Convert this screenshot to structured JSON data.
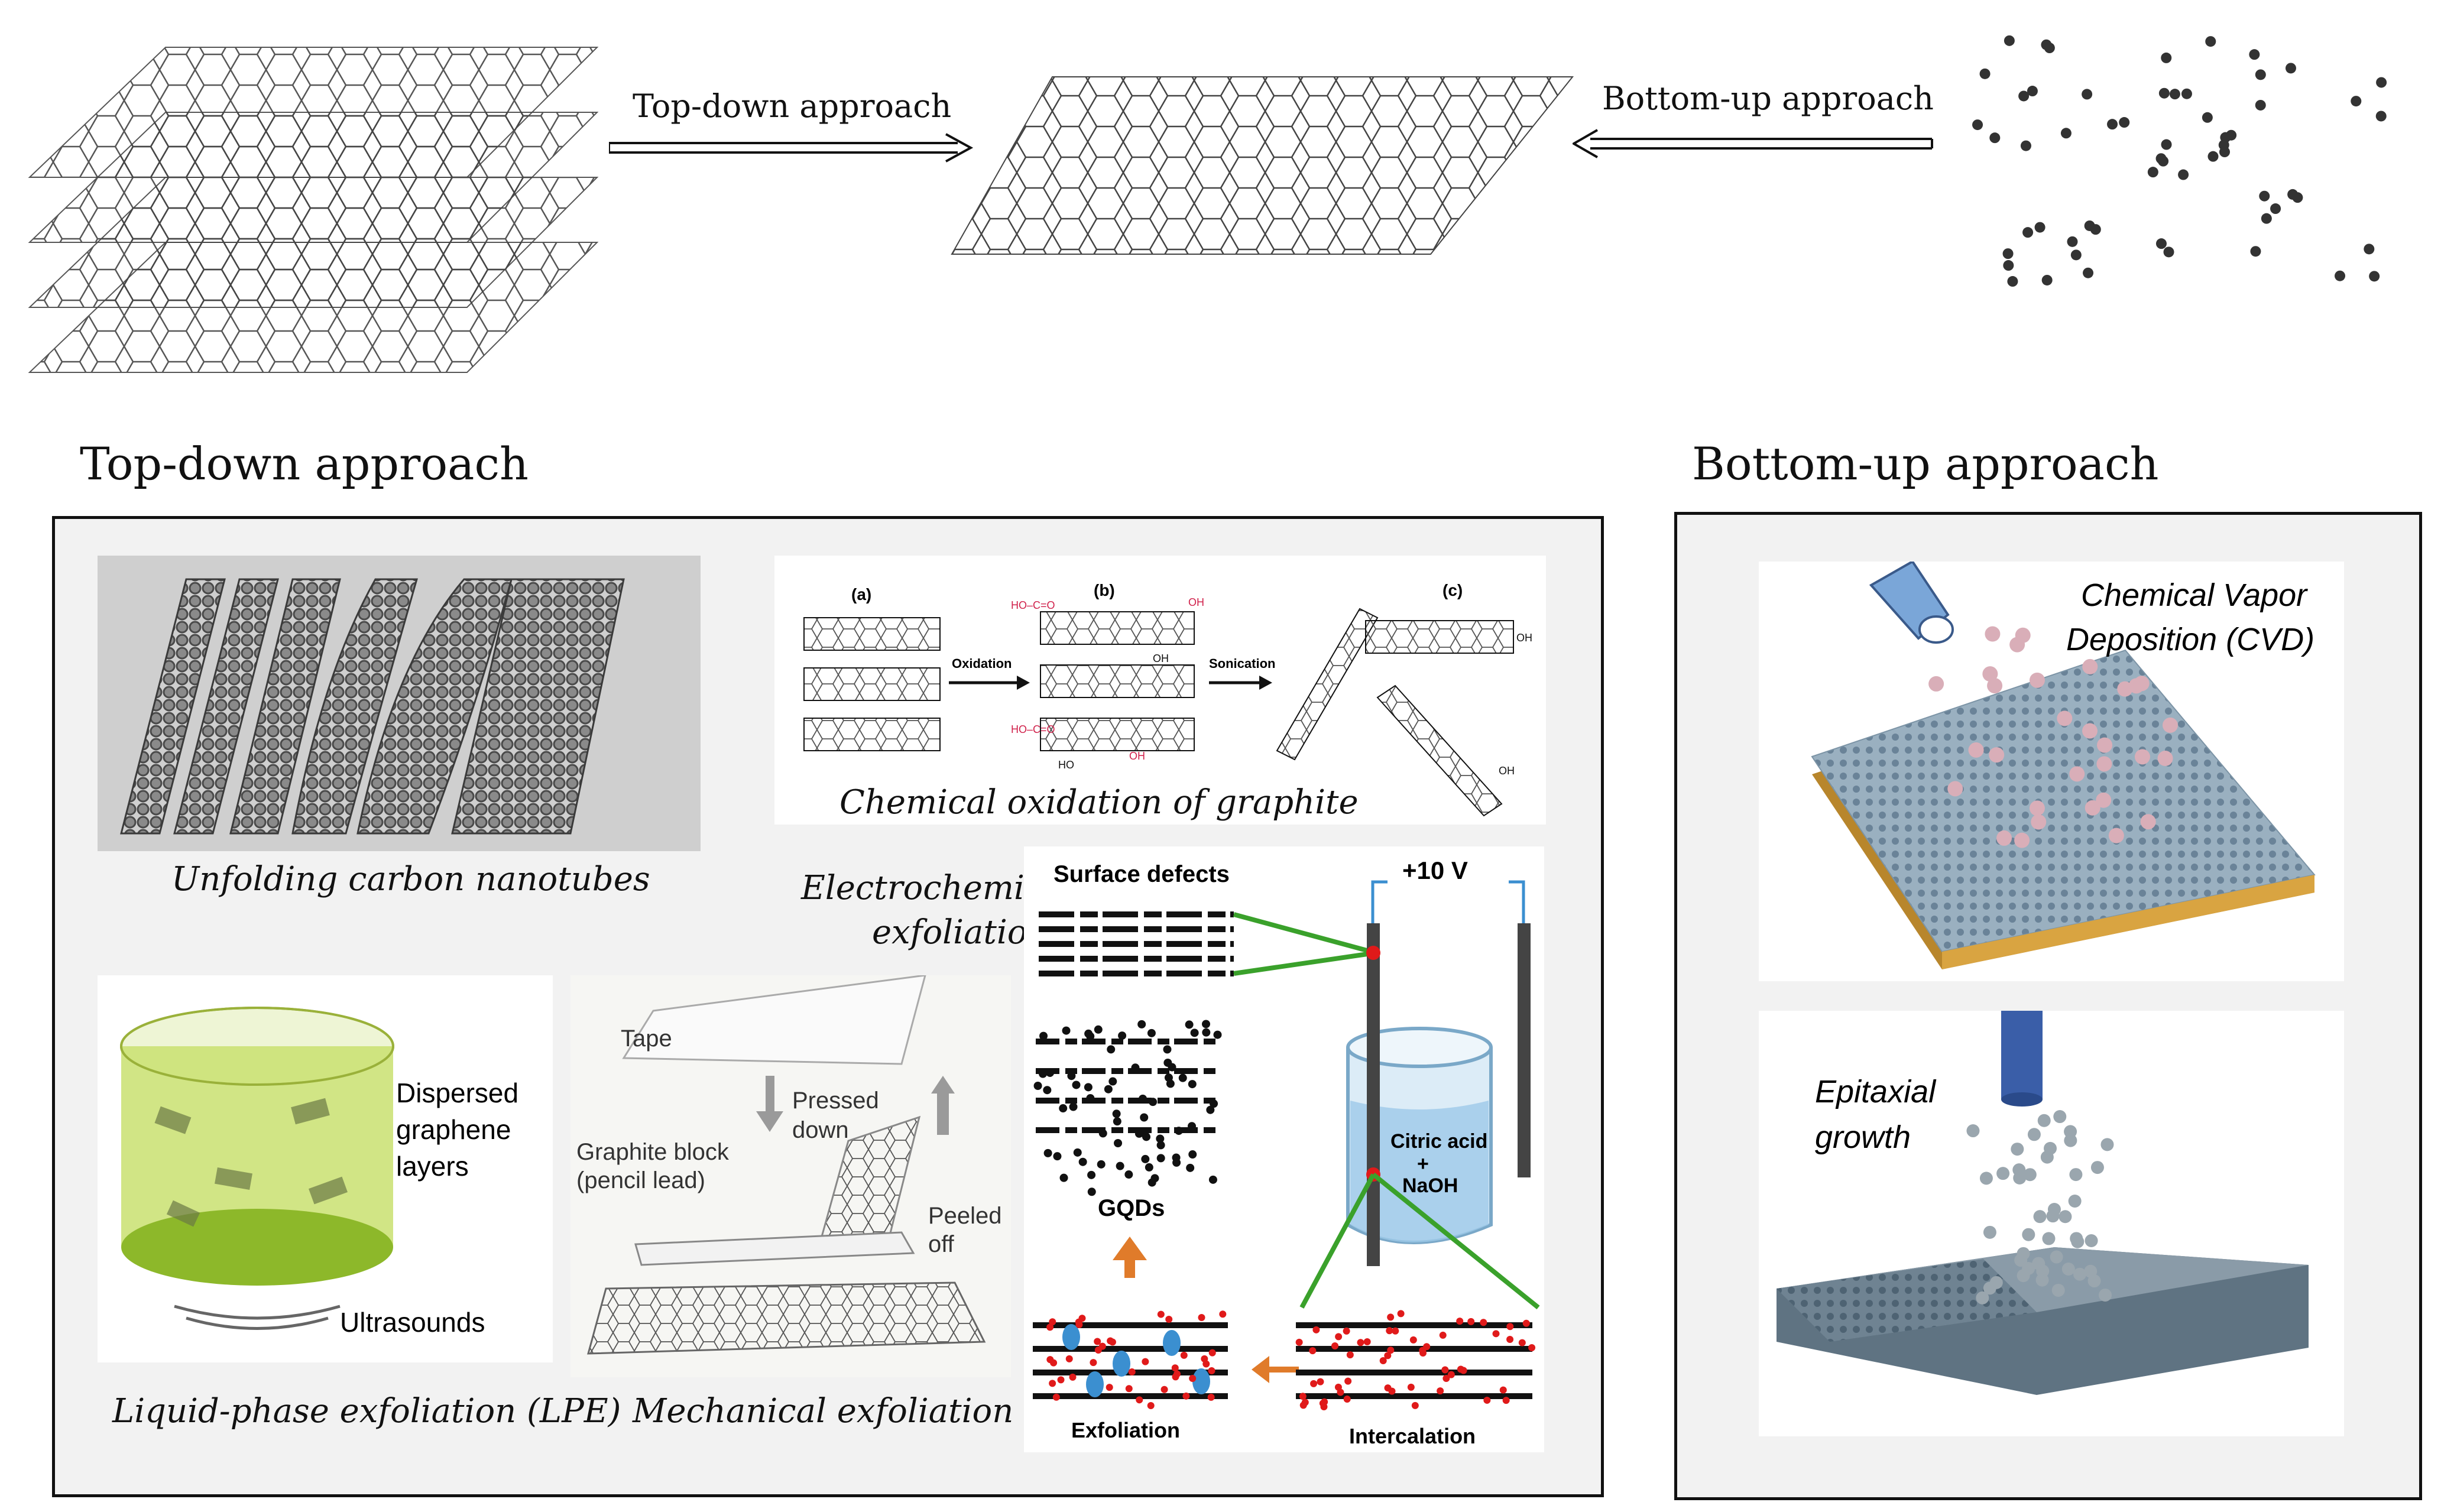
{
  "top_scheme": {
    "topdown_arrow_label": "Top-down approach",
    "bottomup_arrow_label": "Bottom-up approach"
  },
  "topdown_section": {
    "title": "Top-down approach",
    "unfolding": {
      "caption": "Unfolding carbon nanotubes"
    },
    "oxidation": {
      "caption": "Chemical oxidation of graphite",
      "label_a": "(a)",
      "label_b": "(b)",
      "label_c": "(c)",
      "step1": "Oxidation",
      "step2": "Sonication",
      "group_cooh": "HO–C=O",
      "group_oh": "OH",
      "group_ho": "HO"
    },
    "electrochem": {
      "caption_line1": "Electrochemical",
      "caption_line2": "exfoliation",
      "surface_defects": "Surface defects",
      "voltage": "+10 V",
      "electrolyte_line1": "Citric acid",
      "electrolyte_line2": "+",
      "electrolyte_line3": "NaOH",
      "gqds": "GQDs",
      "exfoliation": "Exfoliation",
      "intercalation": "Intercalation"
    },
    "lpe": {
      "caption": "Liquid-phase exfoliation (LPE)",
      "dispersed_line1": "Dispersed",
      "dispersed_line2": "graphene",
      "dispersed_line3": "layers",
      "ultrasounds": "Ultrasounds"
    },
    "mechanical": {
      "caption": "Mechanical exfoliation",
      "tape": "Tape",
      "pressed_line1": "Pressed",
      "pressed_line2": "down",
      "graphite_line1": "Graphite block",
      "graphite_line2": "(pencil lead)",
      "peeled_line1": "Peeled",
      "peeled_line2": "off"
    }
  },
  "bottomup_section": {
    "title": "Bottom-up approach",
    "cvd_line1": "Chemical Vapor",
    "cvd_line2": "Deposition (CVD)",
    "epi_line1": "Epitaxial",
    "epi_line2": "growth"
  },
  "colors": {
    "panel_bg": "#f2f2f2",
    "liquid_green": "#b8d64a",
    "substrate_orange": "#d9a441",
    "cvd_surface": "#8aa2b4",
    "arrow_orange": "#e07b2a",
    "green_line": "#3aa12b",
    "red_dot": "#e01a1a",
    "blue_blob": "#3b8fd0",
    "oxide_red": "#d0204a"
  }
}
